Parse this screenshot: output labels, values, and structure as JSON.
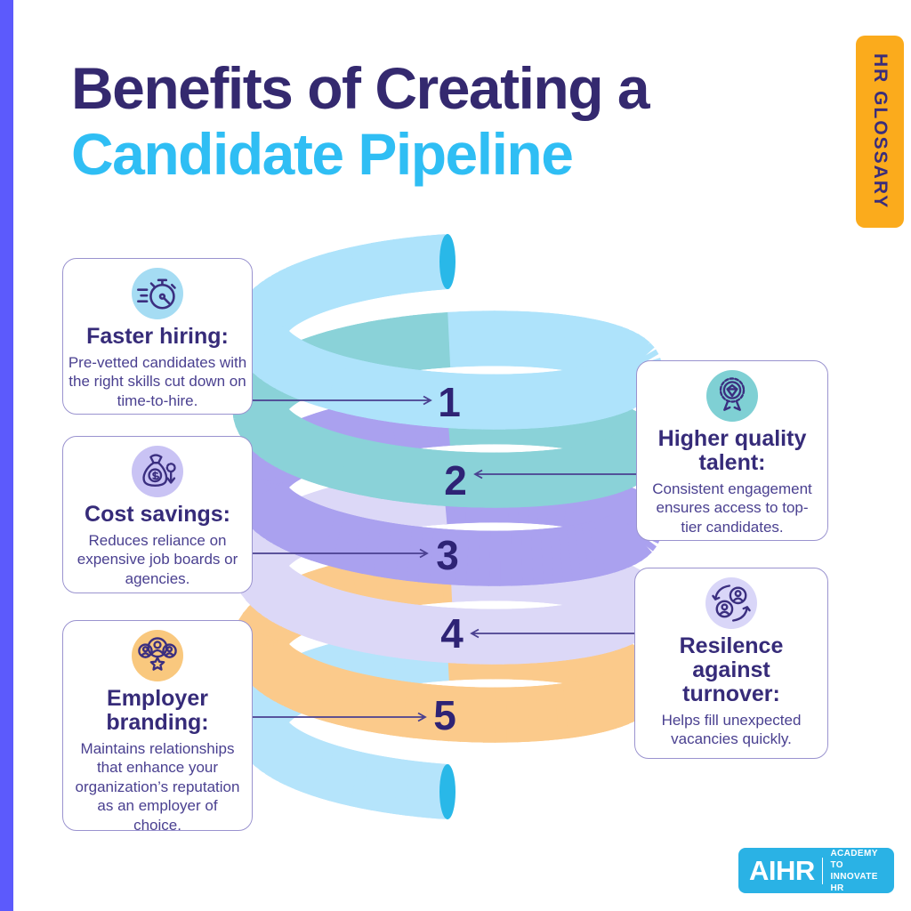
{
  "page": {
    "accent_bar_color": "#5c5afc",
    "background": "#ffffff"
  },
  "header": {
    "title_line1": "Benefits of Creating a",
    "title_line2": "Candidate Pipeline",
    "title_line1_color": "#34296f",
    "title_line2_color": "#2fbef4"
  },
  "tag": {
    "label": "HR GLOSSARY",
    "bg": "#fbab1c",
    "color": "#3b2d7a"
  },
  "benefits": [
    {
      "num": "1",
      "title": "Faster hiring:",
      "desc": "Pre-vetted candidates with the right skills cut down on time-to-hire.",
      "icon": "stopwatch-icon",
      "icon_bg": "#a5dcf3",
      "side": "left"
    },
    {
      "num": "2",
      "title": "Higher quality talent:",
      "desc": "Consistent engagement ensures access to top-tier candidates.",
      "icon": "medal-icon",
      "icon_bg": "#7fd0d4",
      "side": "right"
    },
    {
      "num": "3",
      "title": "Cost savings:",
      "desc": "Reduces reliance on expensive job boards or agencies.",
      "icon": "money-bag-icon",
      "icon_bg": "#c9c3f4",
      "side": "left"
    },
    {
      "num": "4",
      "title": "Resilence against turnover:",
      "desc": "Helps fill unexpected vacancies quickly.",
      "icon": "people-rotation-icon",
      "icon_bg": "#d9d6f8",
      "side": "right"
    },
    {
      "num": "5",
      "title": "Employer branding:",
      "desc": "Maintains relationships that enhance your organization’s reputation as an employer of choice.",
      "icon": "people-star-icon",
      "icon_bg": "#f9c87e",
      "side": "left"
    }
  ],
  "spiral": {
    "numbers": [
      "1",
      "2",
      "3",
      "4",
      "5"
    ],
    "turn_colors": [
      "#aee3fb",
      "#8ad2d8",
      "#aaa1ef",
      "#dcd8f7",
      "#fbca8b",
      "#b5e4fb"
    ],
    "cap_color": "#29b8e8",
    "number_color": "#2e2375",
    "connector_color": "#4a4090"
  },
  "footer_logo": {
    "brand": "AIHR",
    "tagline_line1": "ACADEMY TO",
    "tagline_line2": "INNOVATE HR",
    "bg": "#2ab2e5"
  }
}
